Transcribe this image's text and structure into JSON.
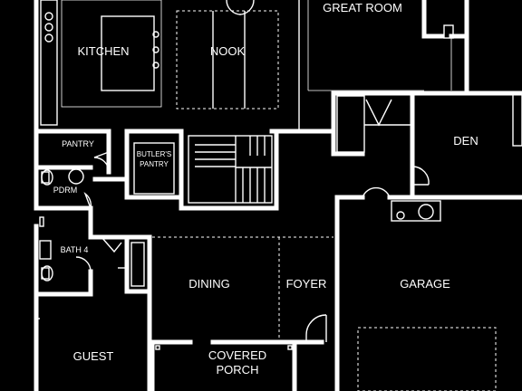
{
  "colors": {
    "background": "#000000",
    "line": "#ffffff"
  },
  "rooms": {
    "great_room": "GREAT ROOM",
    "kitchen": "KITCHEN",
    "nook": "NOOK",
    "pantry": "PANTRY",
    "butlers_pantry_line1": "BUTLER'S",
    "butlers_pantry_line2": "PANTRY",
    "den": "DEN",
    "pdrm": "PDRM",
    "bath4": "BATH 4",
    "dining": "DINING",
    "foyer": "FOYER",
    "garage": "GARAGE",
    "guest": "GUEST",
    "covered_porch_line1": "COVERED",
    "covered_porch_line2": "PORCH"
  }
}
